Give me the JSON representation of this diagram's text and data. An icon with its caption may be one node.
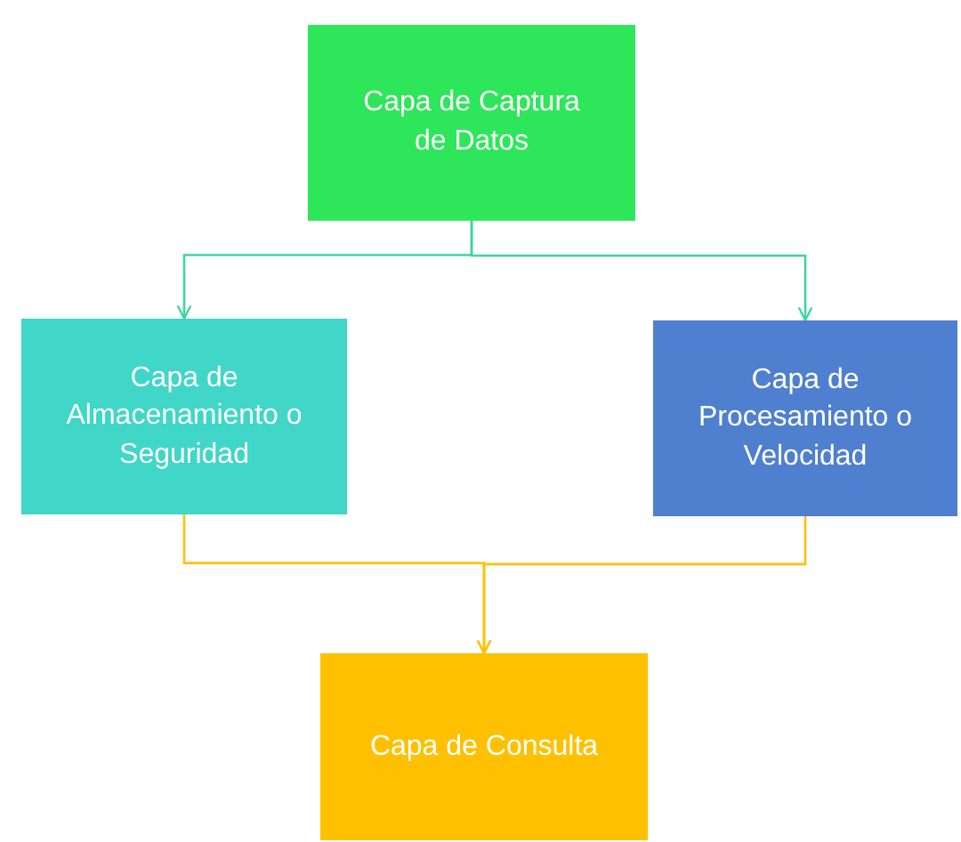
{
  "diagram": {
    "nodes": [
      {
        "text": [
          "Capa de Captura de Datos"
        ]
      },
      {
        "text": [
          "Capa de Almacenamiento o Seguridad"
        ]
      },
      {
        "text": [
          "Capa de Procesamiento o Velocidad"
        ]
      },
      {
        "text": [
          "Capa de Consulta"
        ]
      }
    ],
    "edges": [
      {
        "from": 0,
        "to": 1,
        "arrow": "to",
        "color": "#3cd6a0"
      },
      {
        "from": 0,
        "to": 2,
        "arrow": "to",
        "color": "#3cd6a0"
      },
      {
        "from": 1,
        "to": 3,
        "arrow": "to",
        "color": "#ffc000"
      },
      {
        "from": 2,
        "to": 3,
        "arrow": "to",
        "color": "#ffc000"
      }
    ]
  }
}
